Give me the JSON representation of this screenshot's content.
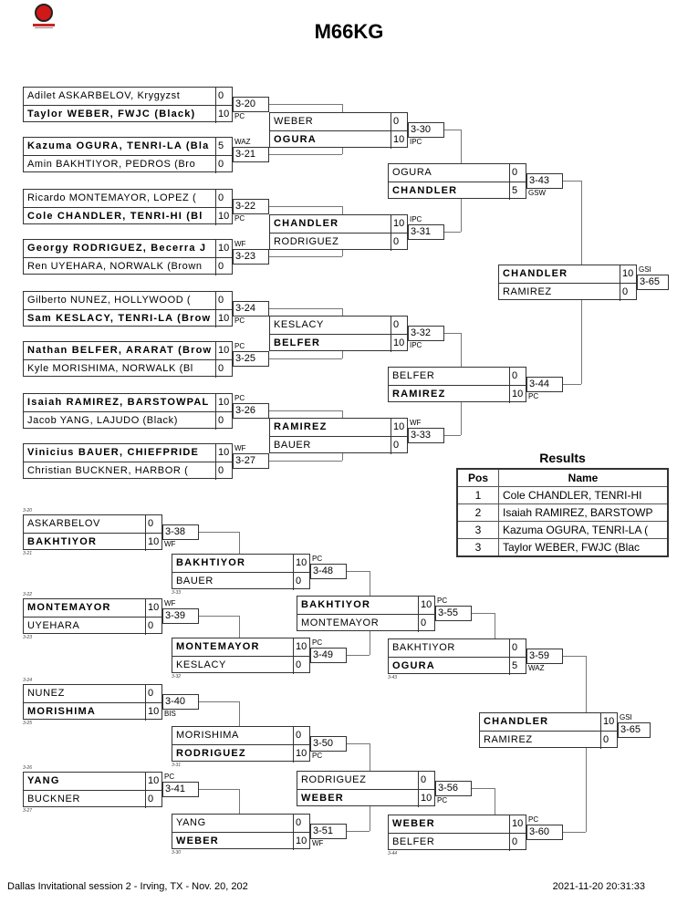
{
  "title": "M66KG",
  "footer": {
    "left": "Dallas Invitational session 2 - Irving, TX - Nov. 20, 202",
    "right": "2021-11-20 20:31:33"
  },
  "results": {
    "title": "Results",
    "headers": [
      "Pos",
      "Name"
    ],
    "rows": [
      {
        "pos": "1",
        "name": "Cole CHANDLER, TENRI-HI"
      },
      {
        "pos": "2",
        "name": "Isaiah RAMIREZ, BARSTOWP"
      },
      {
        "pos": "3",
        "name": "Kazuma OGURA, TENRI-LA ("
      },
      {
        "pos": "3",
        "name": "Taylor WEBER, FWJC (Blac"
      }
    ]
  },
  "championship": {
    "r1": [
      {
        "top": {
          "name": "Adilet ASKARBELOV, Krygyzst",
          "score": "0"
        },
        "bottom": {
          "name": "Taylor WEBER, FWJC (Black)",
          "score": "10"
        },
        "winner": 1,
        "bout": "3-20",
        "win_type": "PC"
      },
      {
        "top": {
          "name": "Kazuma OGURA, TENRI-LA (Bla",
          "score": "5"
        },
        "bottom": {
          "name": "Amin BAKHTIYOR, PEDROS (Bro",
          "score": "0"
        },
        "winner": 0,
        "bout": "3-21",
        "win_type": "WAZ"
      },
      {
        "top": {
          "name": "Ricardo MONTEMAYOR, LOPEZ (",
          "score": "0"
        },
        "bottom": {
          "name": "Cole CHANDLER, TENRI-HI (Bl",
          "score": "10"
        },
        "winner": 1,
        "bout": "3-22",
        "win_type": "PC"
      },
      {
        "top": {
          "name": "Georgy RODRIGUEZ, Becerra J",
          "score": "10"
        },
        "bottom": {
          "name": "Ren UYEHARA, NORWALK (Brown",
          "score": "0"
        },
        "winner": 0,
        "bout": "3-23",
        "win_type": "WF"
      },
      {
        "top": {
          "name": "Gilberto NUNEZ, HOLLYWOOD (",
          "score": "0"
        },
        "bottom": {
          "name": "Sam KESLACY, TENRI-LA (Brow",
          "score": "10"
        },
        "winner": 1,
        "bout": "3-24",
        "win_type": "PC"
      },
      {
        "top": {
          "name": "Nathan BELFER, ARARAT (Brow",
          "score": "10"
        },
        "bottom": {
          "name": "Kyle MORISHIMA, NORWALK (Bl",
          "score": "0"
        },
        "winner": 0,
        "bout": "3-25",
        "win_type": "PC"
      },
      {
        "top": {
          "name": "Isaiah RAMIREZ, BARSTOWPAL",
          "score": "10"
        },
        "bottom": {
          "name": "Jacob YANG, LAJUDO (Black)",
          "score": "0"
        },
        "winner": 0,
        "bout": "3-26",
        "win_type": "PC"
      },
      {
        "top": {
          "name": "Vinicius BAUER, CHIEFPRIDE",
          "score": "10"
        },
        "bottom": {
          "name": "Christian BUCKNER, HARBOR (",
          "score": "0"
        },
        "winner": 0,
        "bout": "3-27",
        "win_type": "WF"
      }
    ],
    "r2": [
      {
        "top": {
          "name": "WEBER",
          "score": "0"
        },
        "bottom": {
          "name": "OGURA",
          "score": "10"
        },
        "winner": 1,
        "bout": "3-30",
        "win_type": "IPC"
      },
      {
        "top": {
          "name": "CHANDLER",
          "score": "10"
        },
        "bottom": {
          "name": "RODRIGUEZ",
          "score": "0"
        },
        "winner": 0,
        "bout": "3-31",
        "win_type": "IPC"
      },
      {
        "top": {
          "name": "KESLACY",
          "score": "0"
        },
        "bottom": {
          "name": "BELFER",
          "score": "10"
        },
        "winner": 1,
        "bout": "3-32",
        "win_type": "IPC"
      },
      {
        "top": {
          "name": "RAMIREZ",
          "score": "10"
        },
        "bottom": {
          "name": "BAUER",
          "score": "0"
        },
        "winner": 0,
        "bout": "3-33",
        "win_type": "WF"
      }
    ],
    "r3": [
      {
        "top": {
          "name": "OGURA",
          "score": "0"
        },
        "bottom": {
          "name": "CHANDLER",
          "score": "5"
        },
        "winner": 1,
        "bout": "3-43",
        "win_type": "GSW"
      },
      {
        "top": {
          "name": "BELFER",
          "score": "0"
        },
        "bottom": {
          "name": "RAMIREZ",
          "score": "10"
        },
        "winner": 1,
        "bout": "3-44",
        "win_type": "PC"
      }
    ],
    "r4": [
      {
        "top": {
          "name": "CHANDLER",
          "score": "10"
        },
        "bottom": {
          "name": "RAMIREZ",
          "score": "0"
        },
        "winner": 0,
        "bout": "3-65",
        "win_type": "GSI"
      }
    ]
  },
  "consolation": {
    "r1": [
      {
        "top": {
          "name": "ASKARBELOV",
          "score": "0"
        },
        "bottom": {
          "name": "BAKHTIYOR",
          "score": "10"
        },
        "winner": 1,
        "bout": "3-38",
        "win_type": "WF",
        "src_top": "3-20",
        "src_bottom": "3-21"
      },
      {
        "top": {
          "name": "MONTEMAYOR",
          "score": "10"
        },
        "bottom": {
          "name": "UYEHARA",
          "score": "0"
        },
        "winner": 0,
        "bout": "3-39",
        "win_type": "WF",
        "src_top": "3-22",
        "src_bottom": "3-23"
      },
      {
        "top": {
          "name": "NUNEZ",
          "score": "0"
        },
        "bottom": {
          "name": "MORISHIMA",
          "score": "10"
        },
        "winner": 1,
        "bout": "3-40",
        "win_type": "BIS",
        "src_top": "3-24",
        "src_bottom": "3-25"
      },
      {
        "top": {
          "name": "YANG",
          "score": "10"
        },
        "bottom": {
          "name": "BUCKNER",
          "score": "0"
        },
        "winner": 0,
        "bout": "3-41",
        "win_type": "PC",
        "src_top": "3-26",
        "src_bottom": "3-27"
      }
    ],
    "r2": [
      {
        "top": {
          "name": "BAKHTIYOR",
          "score": "10"
        },
        "bottom": {
          "name": "BAUER",
          "score": "0"
        },
        "winner": 0,
        "bout": "3-48",
        "win_type": "PC",
        "src_bottom": "3-33"
      },
      {
        "top": {
          "name": "MONTEMAYOR",
          "score": "10"
        },
        "bottom": {
          "name": "KESLACY",
          "score": "0"
        },
        "winner": 0,
        "bout": "3-49",
        "win_type": "PC",
        "src_bottom": "3-32"
      },
      {
        "top": {
          "name": "MORISHIMA",
          "score": "0"
        },
        "bottom": {
          "name": "RODRIGUEZ",
          "score": "10"
        },
        "winner": 1,
        "bout": "3-50",
        "win_type": "PC",
        "src_bottom": "3-31"
      },
      {
        "top": {
          "name": "YANG",
          "score": "0"
        },
        "bottom": {
          "name": "WEBER",
          "score": "10"
        },
        "winner": 1,
        "bout": "3-51",
        "win_type": "WF",
        "src_bottom": "3-30"
      }
    ],
    "r3": [
      {
        "top": {
          "name": "BAKHTIYOR",
          "score": "10"
        },
        "bottom": {
          "name": "MONTEMAYOR",
          "score": "0"
        },
        "winner": 0,
        "bout": "3-55",
        "win_type": "PC"
      },
      {
        "top": {
          "name": "RODRIGUEZ",
          "score": "0"
        },
        "bottom": {
          "name": "WEBER",
          "score": "10"
        },
        "winner": 1,
        "bout": "3-56",
        "win_type": "PC"
      }
    ],
    "r4": [
      {
        "top": {
          "name": "BAKHTIYOR",
          "score": "0"
        },
        "bottom": {
          "name": "OGURA",
          "score": "5"
        },
        "winner": 1,
        "bout": "3-59",
        "win_type": "WAZ",
        "src_bottom": "3-43"
      },
      {
        "top": {
          "name": "WEBER",
          "score": "10"
        },
        "bottom": {
          "name": "BELFER",
          "score": "0"
        },
        "winner": 0,
        "bout": "3-60",
        "win_type": "PC",
        "src_bottom": "3-44"
      }
    ],
    "r5": [
      {
        "top": {
          "name": "CHANDLER",
          "score": "10"
        },
        "bottom": {
          "name": "RAMIREZ",
          "score": "0"
        },
        "winner": 0,
        "bout": "3-65",
        "win_type": "GSI"
      }
    ]
  }
}
